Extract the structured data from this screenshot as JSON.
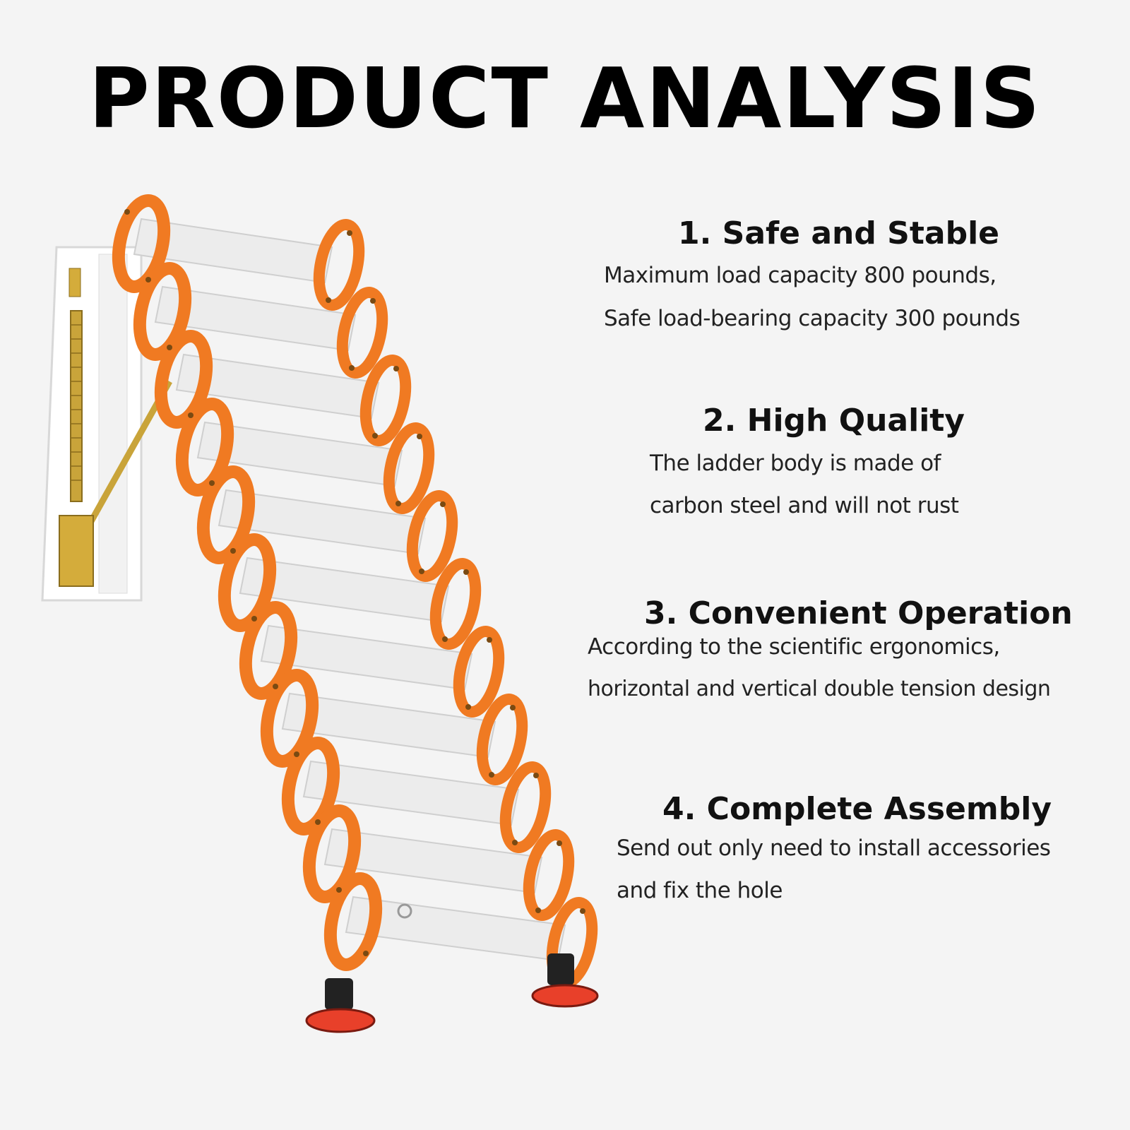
{
  "title": "PRODUCT ANALYSIS",
  "features": [
    {
      "heading": "1. Safe and Stable",
      "lines": [
        "Maximum load capacity 800 pounds,",
        "Safe load-bearing capacity 300 pounds"
      ]
    },
    {
      "heading": "2. High Quality",
      "lines": [
        "The ladder body is made of",
        "carbon steel and will not rust"
      ]
    },
    {
      "heading": "3. Convenient Operation",
      "lines": [
        "According to the scientific ergonomics,",
        "horizontal and vertical double tension design"
      ]
    },
    {
      "heading": "4. Complete Assembly",
      "lines": [
        "Send out only need to install accessories",
        "and fix the hole"
      ]
    }
  ],
  "colors": {
    "background": "#f4f4f4",
    "ladder_orange": "#f07a22",
    "step_white": "#ececec",
    "foot_red": "#e8402a"
  },
  "illustration": "folding-attic-ladder-image"
}
